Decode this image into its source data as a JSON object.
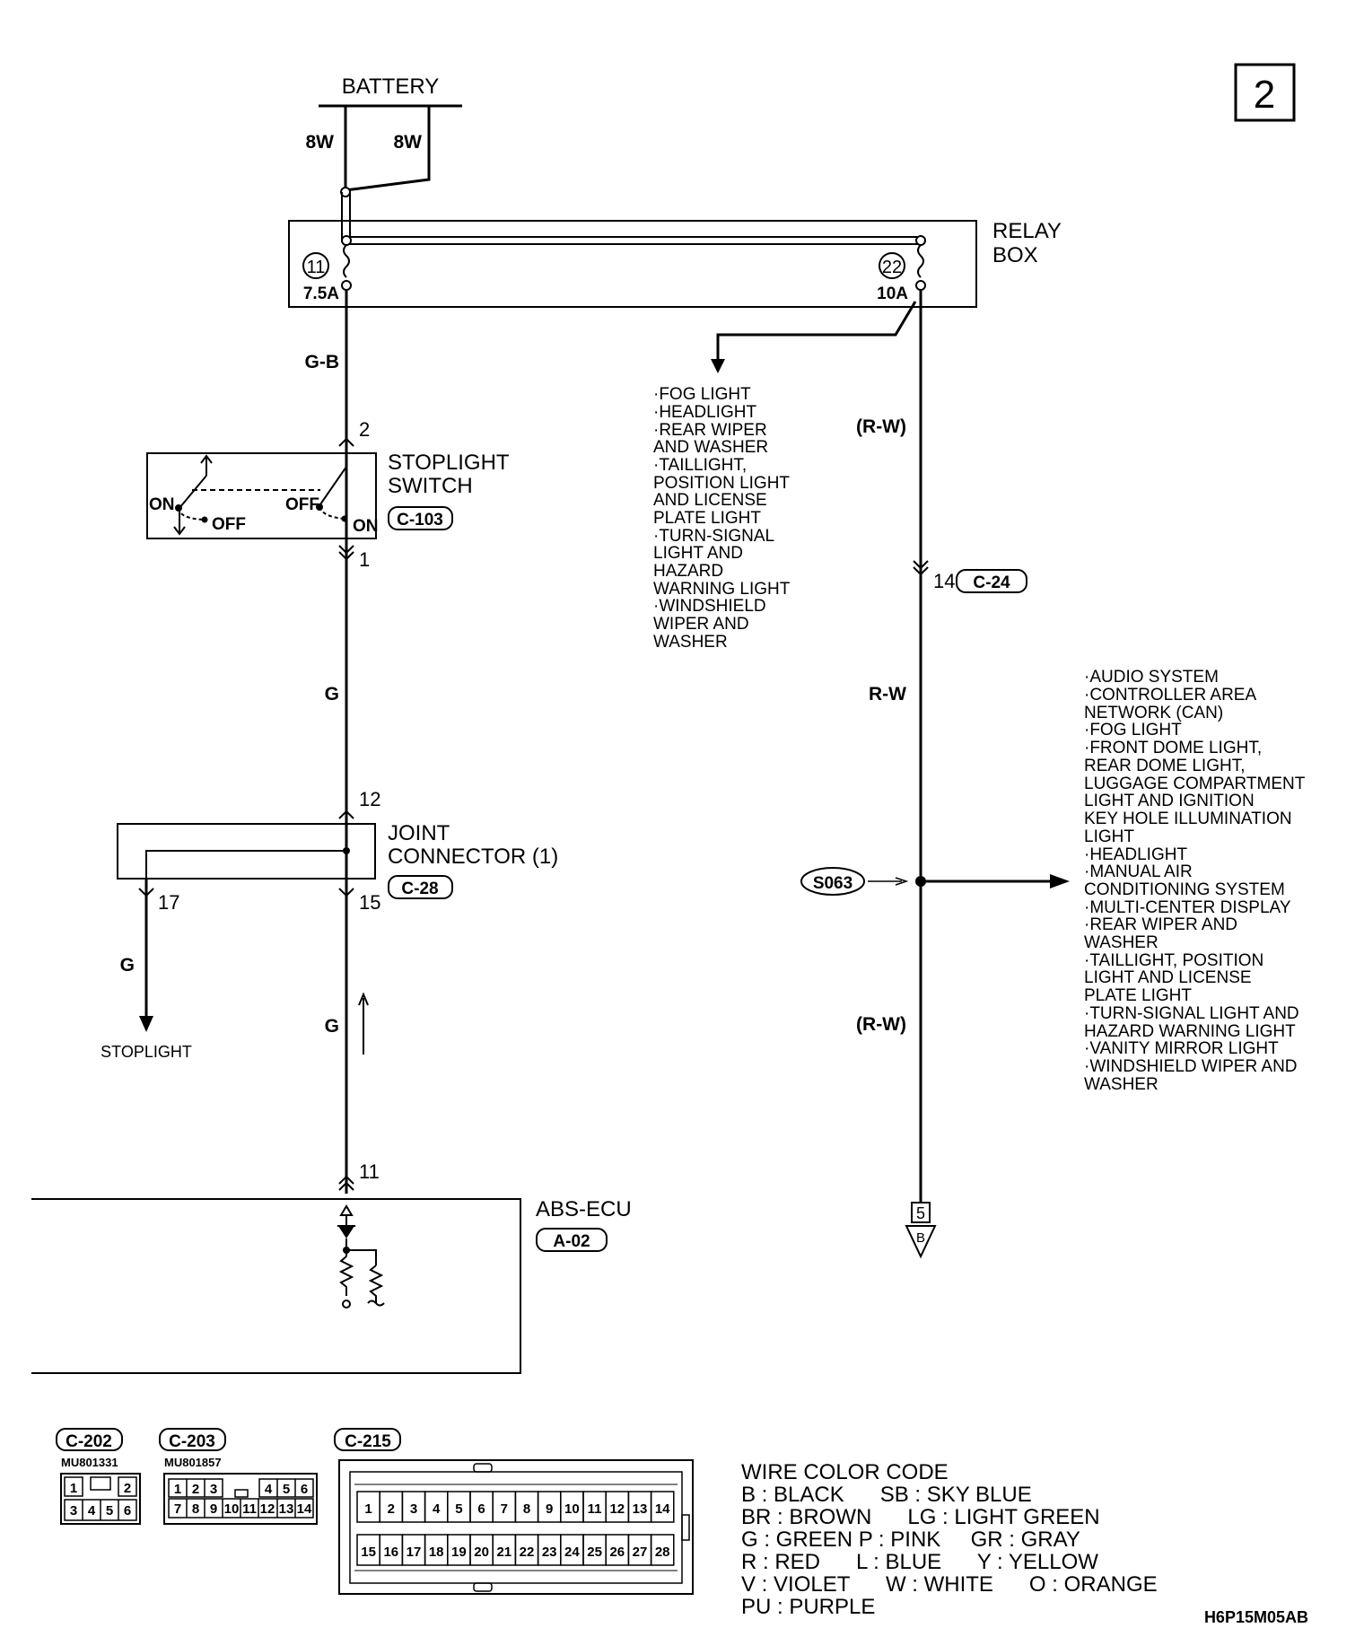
{
  "page_number": "2",
  "battery": {
    "label": "BATTERY",
    "wire_left": "8W",
    "wire_right": "8W"
  },
  "relay_box": {
    "label_line1": "RELAY",
    "label_line2": "BOX",
    "fuse_left": {
      "number": "11",
      "rating": "7.5A"
    },
    "fuse_right": {
      "number": "22",
      "rating": "10A"
    }
  },
  "fuse22_branch": {
    "loads": [
      "·FOG LIGHT",
      "·HEADLIGHT",
      "·REAR WIPER",
      " AND WASHER",
      "·TAILLIGHT,",
      " POSITION LIGHT",
      " AND LICENSE",
      " PLATE LIGHT",
      "·TURN-SIGNAL",
      " LIGHT AND",
      " HAZARD",
      " WARNING LIGHT",
      "·WINDSHIELD",
      " WIPER AND",
      " WASHER"
    ]
  },
  "wires": {
    "g_b": "G-B",
    "g_upper": "G",
    "g_lower": "G",
    "g_stoplight": "G",
    "rw_upper_optional": "(R-W)",
    "rw_mid": "R-W",
    "rw_lower_optional": "(R-W)"
  },
  "stoplight_switch": {
    "label_line1": "STOPLIGHT",
    "label_line2": "SWITCH",
    "connector": "C-103",
    "pin_top": "2",
    "pin_bottom": "1",
    "on_left": "ON",
    "off_left": "OFF",
    "off_right": "OFF",
    "on_right": "ON"
  },
  "connector_c24": {
    "pin": "14",
    "id": "C-24"
  },
  "joint_connector": {
    "label_line1": "JOINT",
    "label_line2": "CONNECTOR (1)",
    "connector": "C-28",
    "pin_top": "12",
    "pin_left": "17",
    "pin_right": "15"
  },
  "stoplight": {
    "label": "STOPLIGHT"
  },
  "splice": {
    "id": "S063",
    "loads": [
      "·AUDIO SYSTEM",
      "·CONTROLLER AREA",
      " NETWORK (CAN)",
      "·FOG LIGHT",
      "·FRONT DOME LIGHT,",
      " REAR DOME LIGHT,",
      " LUGGAGE COMPARTMENT",
      " LIGHT AND IGNITION",
      " KEY HOLE ILLUMINATION",
      " LIGHT",
      "·HEADLIGHT",
      "·MANUAL AIR",
      " CONDITIONING SYSTEM",
      "·MULTI-CENTER DISPLAY",
      "·REAR WIPER AND",
      " WASHER",
      "·TAILLIGHT, POSITION",
      " LIGHT AND LICENSE",
      " PLATE LIGHT",
      "·TURN-SIGNAL LIGHT AND",
      " HAZARD WARNING LIGHT",
      "·VANITY MIRROR LIGHT",
      "·WINDSHIELD WIPER AND",
      " WASHER"
    ]
  },
  "abs_ecu": {
    "label": "ABS-ECU",
    "connector": "A-02",
    "pin": "11"
  },
  "continuation": {
    "page": "5",
    "letter": "B"
  },
  "connectors": {
    "c202": {
      "id": "C-202",
      "part": "MU801331",
      "row1": [
        "1",
        "2"
      ],
      "row2": [
        "3",
        "4",
        "5",
        "6"
      ]
    },
    "c203": {
      "id": "C-203",
      "part": "MU801857",
      "row1": [
        "1",
        "2",
        "3",
        "4",
        "5",
        "6"
      ],
      "row2": [
        "7",
        "8",
        "9",
        "10",
        "11",
        "12",
        "13",
        "14"
      ]
    },
    "c215": {
      "id": "C-215",
      "row1": [
        "1",
        "2",
        "3",
        "4",
        "5",
        "6",
        "7",
        "8",
        "9",
        "10",
        "11",
        "12",
        "13",
        "14"
      ],
      "row2": [
        "15",
        "16",
        "17",
        "18",
        "19",
        "20",
        "21",
        "22",
        "23",
        "24",
        "25",
        "26",
        "27",
        "28"
      ]
    }
  },
  "wire_color_code": {
    "title": "WIRE COLOR CODE",
    "lines": [
      "B : BLACK      SB : SKY BLUE",
      "BR : BROWN      LG : LIGHT GREEN",
      "G : GREEN P : PINK     GR : GRAY",
      "R : RED      L : BLUE      Y : YELLOW",
      "V : VIOLET      W : WHITE      O : ORANGE",
      "PU : PURPLE"
    ]
  },
  "figure_code": "H6P15M05AB"
}
